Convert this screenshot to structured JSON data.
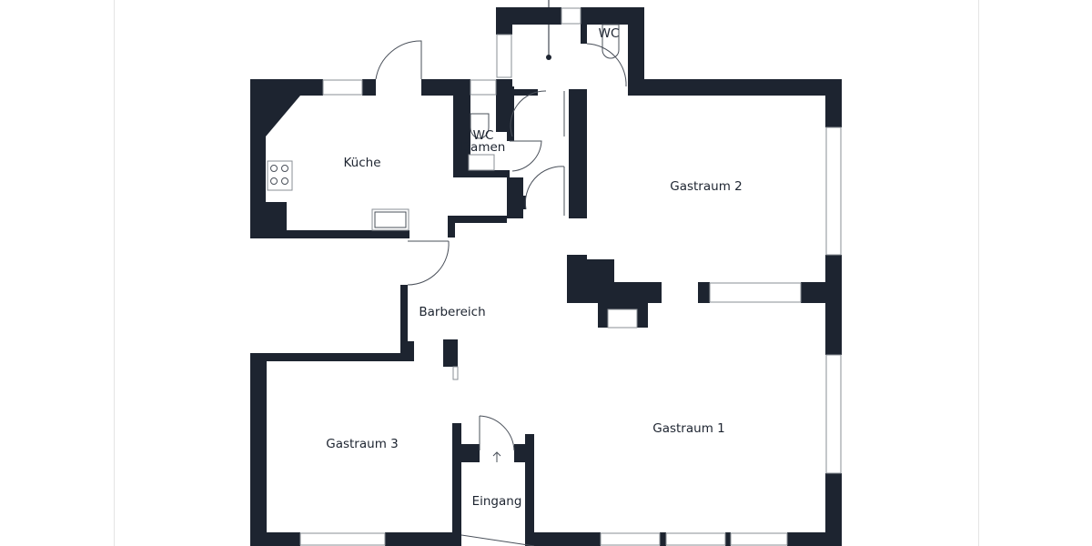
{
  "floorplan": {
    "wall_color": "#1d2430",
    "rooms": {
      "kueche": "Küche",
      "wc_damen_line1": "WC",
      "wc_damen_line2": "Damen",
      "wc": "WC",
      "gastraum2": "Gastraum 2",
      "barbereich": "Barbereich",
      "gastraum3": "Gastraum 3",
      "gastraum1": "Gastraum 1",
      "eingang": "Eingang"
    },
    "icons": [
      "stove-icon",
      "sink-icon",
      "toilet-icon",
      "entrance-arrow-icon",
      "fireplace-icon"
    ]
  }
}
